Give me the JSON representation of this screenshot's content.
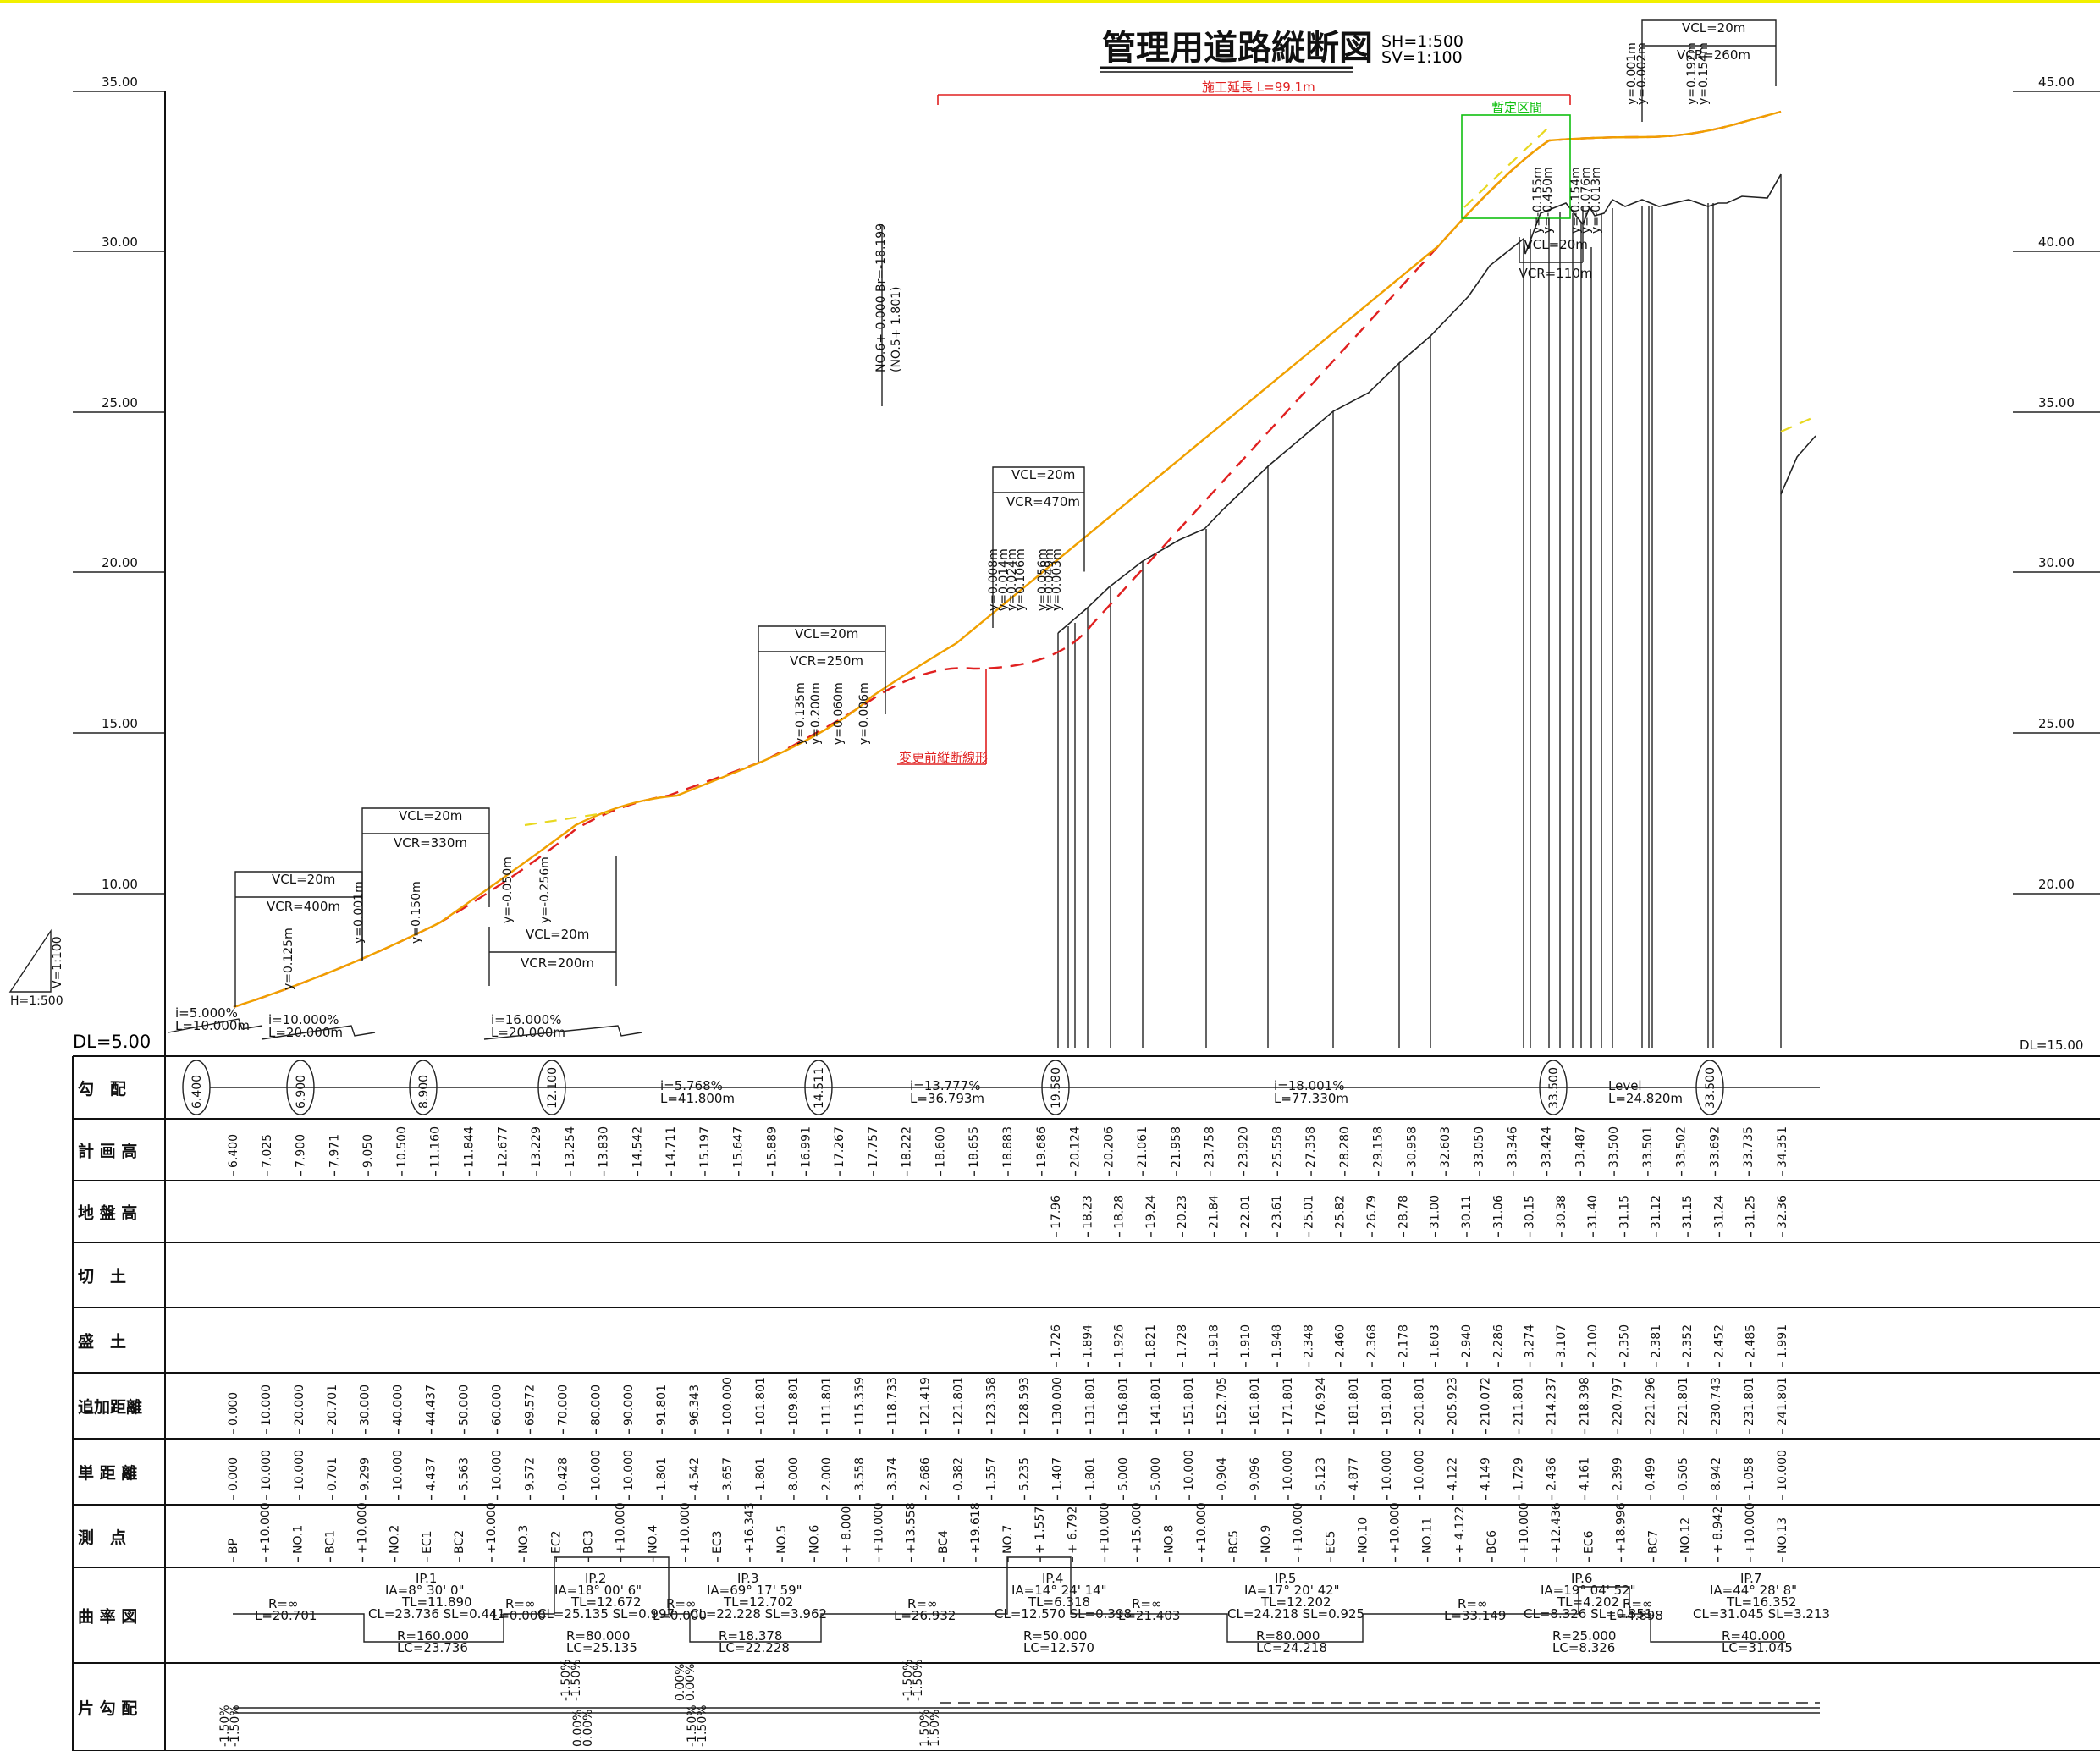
{
  "title": "管理用道路縦断図",
  "scale": {
    "sh": "SH=1:500",
    "sv": "SV=1:100"
  },
  "legend": {
    "v": "V=1:100",
    "h": "H=1:500"
  },
  "dl_left": "DL=5.00",
  "dl_right": "DL=15.00",
  "elev_left": [
    "35.00",
    "30.00",
    "25.00",
    "20.00",
    "15.00",
    "10.00"
  ],
  "elev_right": [
    "45.00",
    "40.00",
    "35.00",
    "30.00",
    "25.00",
    "20.00"
  ],
  "annotations": {
    "construction_length": "施工延長 L=99.1m",
    "provisional": "暫定区間",
    "old_alignment": "変更前縦断線形",
    "station_ref": "NO.6+ 0.000 Br=-18.199",
    "station_ref2": "(NO.5+ 1.801)"
  },
  "vcurves": [
    {
      "vcl": "VCL=20m",
      "vcr": "VCR=400m",
      "y": [
        "y=0.125m"
      ]
    },
    {
      "vcl": "VCL=20m",
      "vcr": "VCR=330m",
      "y": [
        "y=0.001m",
        "y=0.150m"
      ]
    },
    {
      "vcl": "VCL=20m",
      "vcr": "VCR=200m",
      "y": [
        "y=-0.050m",
        "y=-0.256m"
      ]
    },
    {
      "vcl": "VCL=20m",
      "vcr": "VCR=250m",
      "y": [
        "y=0.135m",
        "y=0.200m",
        "y=0.060m",
        "y=0.006m"
      ]
    },
    {
      "vcl": "VCL=20m",
      "vcr": "VCR=470m",
      "y": [
        "y=0.008m",
        "y=0.014m",
        "y=0.024m",
        "y=0.106m",
        "y=0.056m",
        "y=0.049m",
        "y=0.003m"
      ]
    },
    {
      "vcl": "VCL=20m",
      "vcr": "VCR=110m",
      "y": [
        "y=-0.155m",
        "y=-0.450m",
        "y=-0.154m",
        "y=-0.076m",
        "y=-0.013m"
      ]
    },
    {
      "vcl": "VCL=20m",
      "vcr": "VCR=260m",
      "y": [
        "y=0.001m",
        "y=0.002m",
        "y=0.192m",
        "y=0.154m"
      ]
    }
  ],
  "grades": [
    {
      "i": "i=5.000%",
      "l": "L=10.000m"
    },
    {
      "i": "i=10.000%",
      "l": "L=20.000m"
    },
    {
      "i": "i=16.000%",
      "l": "L=20.000m"
    },
    {
      "i": "i=5.768%",
      "l": "L=41.800m"
    },
    {
      "i": "i=13.777%",
      "l": "L=36.793m"
    },
    {
      "i": "i=18.001%",
      "l": "L=77.330m"
    },
    {
      "i": "Level",
      "l": "L=24.820m"
    }
  ],
  "grade_points": [
    "6.400",
    "6.900",
    "8.900",
    "12.100",
    "14.511",
    "19.580",
    "33.500",
    "33.500"
  ],
  "row_labels": [
    "勾　配",
    "計 画 高",
    "地 盤 高",
    "切　土",
    "盛　土",
    "追加距離",
    "単 距 離",
    "測　点",
    "曲 率 図",
    "片 勾 配"
  ],
  "plan_heights": [
    "6.400",
    "7.025",
    "7.900",
    "7.971",
    "9.050",
    "10.500",
    "11.160",
    "11.844",
    "12.677",
    "13.229",
    "13.254",
    "13.830",
    "14.542",
    "14.711",
    "15.197",
    "15.647",
    "15.889",
    "16.991",
    "17.267",
    "17.757",
    "18.222",
    "18.600",
    "18.655",
    "18.883",
    "19.686",
    "20.124",
    "20.206",
    "21.061",
    "21.958",
    "23.758",
    "23.920",
    "25.558",
    "27.358",
    "28.280",
    "29.158",
    "30.958",
    "32.603",
    "33.050",
    "33.346",
    "33.424",
    "33.487",
    "33.500",
    "33.501",
    "33.502",
    "33.692",
    "33.735",
    "34.351"
  ],
  "ground_heights": [
    "17.96",
    "18.23",
    "18.28",
    "19.24",
    "20.23",
    "21.84",
    "22.01",
    "23.61",
    "25.01",
    "25.82",
    "26.79",
    "28.78",
    "31.00",
    "30.11",
    "31.06",
    "30.15",
    "30.38",
    "31.40",
    "31.15",
    "31.12",
    "31.15",
    "31.24",
    "31.25",
    "32.36"
  ],
  "fill_heights": [
    "1.726",
    "1.894",
    "1.926",
    "1.821",
    "1.728",
    "1.918",
    "1.910",
    "1.948",
    "2.348",
    "2.460",
    "2.368",
    "2.178",
    "1.603",
    "2.940",
    "2.286",
    "3.274",
    "3.107",
    "2.100",
    "2.350",
    "2.381",
    "2.352",
    "2.452",
    "2.485",
    "1.991"
  ],
  "cumulative": [
    "0.000",
    "10.000",
    "20.000",
    "20.701",
    "30.000",
    "40.000",
    "44.437",
    "50.000",
    "60.000",
    "69.572",
    "70.000",
    "80.000",
    "90.000",
    "91.801",
    "96.343",
    "100.000",
    "101.801",
    "109.801",
    "111.801",
    "115.359",
    "118.733",
    "121.419",
    "121.801",
    "123.358",
    "128.593",
    "130.000",
    "131.801",
    "136.801",
    "141.801",
    "151.801",
    "152.705",
    "161.801",
    "171.801",
    "176.924",
    "181.801",
    "191.801",
    "201.801",
    "205.923",
    "210.072",
    "211.801",
    "214.237",
    "218.398",
    "220.797",
    "221.296",
    "221.801",
    "230.743",
    "231.801",
    "241.801"
  ],
  "single": [
    "0.000",
    "10.000",
    "10.000",
    "0.701",
    "9.299",
    "10.000",
    "4.437",
    "5.563",
    "10.000",
    "9.572",
    "0.428",
    "10.000",
    "10.000",
    "1.801",
    "4.542",
    "3.657",
    "1.801",
    "8.000",
    "2.000",
    "3.558",
    "3.374",
    "2.686",
    "0.382",
    "1.557",
    "5.235",
    "1.407",
    "1.801",
    "5.000",
    "5.000",
    "10.000",
    "0.904",
    "9.096",
    "10.000",
    "5.123",
    "4.877",
    "10.000",
    "10.000",
    "4.122",
    "4.149",
    "1.729",
    "2.436",
    "4.161",
    "2.399",
    "0.499",
    "0.505",
    "8.942",
    "1.058",
    "10.000"
  ],
  "stations": [
    "BP",
    "+10.000",
    "NO.1",
    "BC1",
    "+10.000",
    "NO.2",
    "EC1",
    "BC2",
    "+10.000",
    "NO.3",
    "EC2",
    "BC3",
    "+10.000",
    "NO.4",
    "+10.000",
    "EC3",
    "+16.343",
    "NO.5",
    "NO.6",
    "+ 8.000",
    "+10.000",
    "+13.558",
    "BC4",
    "+19.618",
    "NO.7",
    "+ 1.557",
    "+ 6.792",
    "+10.000",
    "+15.000",
    "NO.8",
    "+10.000",
    "BC5",
    "NO.9",
    "+10.000",
    "EC5",
    "NO.10",
    "+10.000",
    "NO.11",
    "+ 4.122",
    "BC6",
    "+10.000",
    "+12.436",
    "EC6",
    "+18.996",
    "BC7",
    "NO.12",
    "+ 8.942",
    "+10.000",
    "NO.13"
  ],
  "curves": [
    {
      "r": "R=∞",
      "l": "L=20.701"
    },
    {
      "ip": "IP.1",
      "ia": "IA=8° 30' 0\"",
      "tl": "TL=11.890",
      "cl": "CL=23.736 SL=0.441",
      "r": "R=160.000",
      "lc": "LC=23.736"
    },
    {
      "r": "R=∞",
      "l": "L=0.000"
    },
    {
      "ip": "IP.2",
      "ia": "IA=18° 00' 6\"",
      "tl": "TL=12.672",
      "cl": "CL=25.135 SL=0.997",
      "r": "R=80.000",
      "lc": "LC=25.135"
    },
    {
      "r": "R=∞",
      "l": "L=0.000"
    },
    {
      "ip": "IP.3",
      "ia": "IA=69° 17' 59\"",
      "tl": "TL=12.702",
      "cl": "CL=22.228 SL=3.962",
      "r": "R=18.378",
      "lc": "LC=22.228"
    },
    {
      "r": "R=∞",
      "l": "L=26.932"
    },
    {
      "ip": "IP.4",
      "ia": "IA=14° 24' 14\"",
      "tl": "TL=6.318",
      "cl": "CL=12.570 SL=0.398",
      "r": "R=50.000",
      "lc": "LC=12.570"
    },
    {
      "r": "R=∞",
      "l": "L=21.403"
    },
    {
      "ip": "IP.5",
      "ia": "IA=17° 20' 42\"",
      "tl": "TL=12.202",
      "cl": "CL=24.218 SL=0.925",
      "r": "R=80.000",
      "lc": "LC=24.218"
    },
    {
      "r": "R=∞",
      "l": "L=33.149"
    },
    {
      "ip": "IP.6",
      "ia": "IA=19° 04' 52\"",
      "tl": "TL=4.202",
      "cl": "CL=8.326 SL=0.351",
      "r": "R=25.000",
      "lc": "LC=8.326"
    },
    {
      "r": "R=∞",
      "l": "L=4.898"
    },
    {
      "ip": "IP.7",
      "ia": "IA=44° 28' 8\"",
      "tl": "TL=16.352",
      "cl": "CL=31.045 SL=3.213",
      "r": "R=40.000",
      "lc": "LC=31.045"
    }
  ],
  "superelevation": [
    "-1.50%",
    "-1.50%",
    "-1.50%",
    "-1.50%",
    "0.00%",
    "0.00%",
    "0.00%",
    "0.00%",
    "-1.50%",
    "-1.50%",
    "-1.50%",
    "-1.50%",
    "1.50%",
    "1.50%"
  ]
}
